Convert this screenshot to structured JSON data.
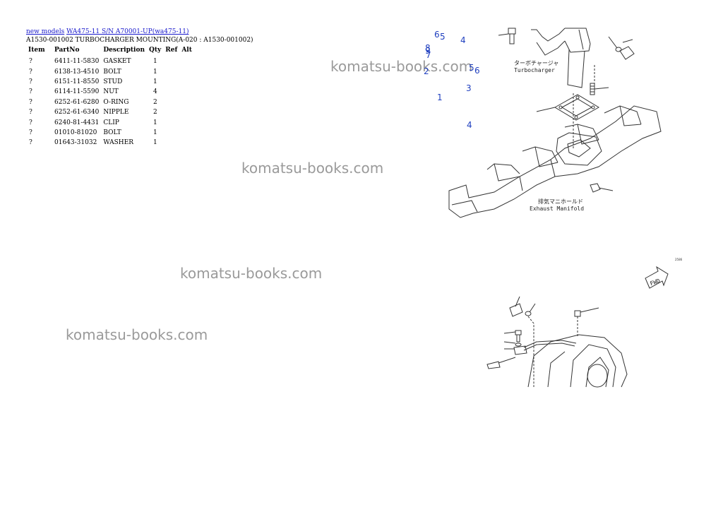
{
  "breadcrumb": {
    "link1": "new models",
    "link2": "WA475-11 S/N A70001-UP(wa475-11)"
  },
  "page_title": "A1530-001002 TURBOCHARGER MOUNTING(A-020 : A1530-001002)",
  "table": {
    "headers": [
      "Item",
      "PartNo",
      "Description",
      "Qty",
      "Ref",
      "Alt"
    ],
    "rows": [
      {
        "item": "?",
        "partno": "6411-11-5830",
        "description": "GASKET",
        "qty": "1"
      },
      {
        "item": "?",
        "partno": "6138-13-4510",
        "description": "BOLT",
        "qty": "1"
      },
      {
        "item": "?",
        "partno": "6151-11-8550",
        "description": "STUD",
        "qty": "1"
      },
      {
        "item": "?",
        "partno": "6114-11-5590",
        "description": "NUT",
        "qty": "4"
      },
      {
        "item": "?",
        "partno": "6252-61-6280",
        "description": "O-RING",
        "qty": "2"
      },
      {
        "item": "?",
        "partno": "6252-61-6340",
        "description": "NIPPLE",
        "qty": "2"
      },
      {
        "item": "?",
        "partno": "6240-81-4431",
        "description": "CLIP",
        "qty": "1"
      },
      {
        "item": "?",
        "partno": "01010-81020",
        "description": "BOLT",
        "qty": "1"
      },
      {
        "item": "?",
        "partno": "01643-31032",
        "description": "WASHER",
        "qty": "1"
      }
    ]
  },
  "watermarks": [
    "komatsu-books.com",
    "komatsu-books.com",
    "komatsu-books.com",
    "komatsu-books.com"
  ],
  "callouts": [
    "6",
    "5",
    "4",
    "8",
    "9",
    "7",
    "2",
    "5",
    "6",
    "3",
    "1",
    "4"
  ],
  "diagram": {
    "label_turbo_jp": "ターボチャージャ",
    "label_turbo_en": "Turbocharger",
    "label_manifold_jp": "排気マニホールド",
    "label_manifold_en": "Exhaust Manifold",
    "fwd_label": "FWD",
    "ref_code": "2586"
  },
  "colors": {
    "link": "#1a1acc",
    "callout": "#1f3fbf",
    "watermark": "#9a9a9a"
  }
}
